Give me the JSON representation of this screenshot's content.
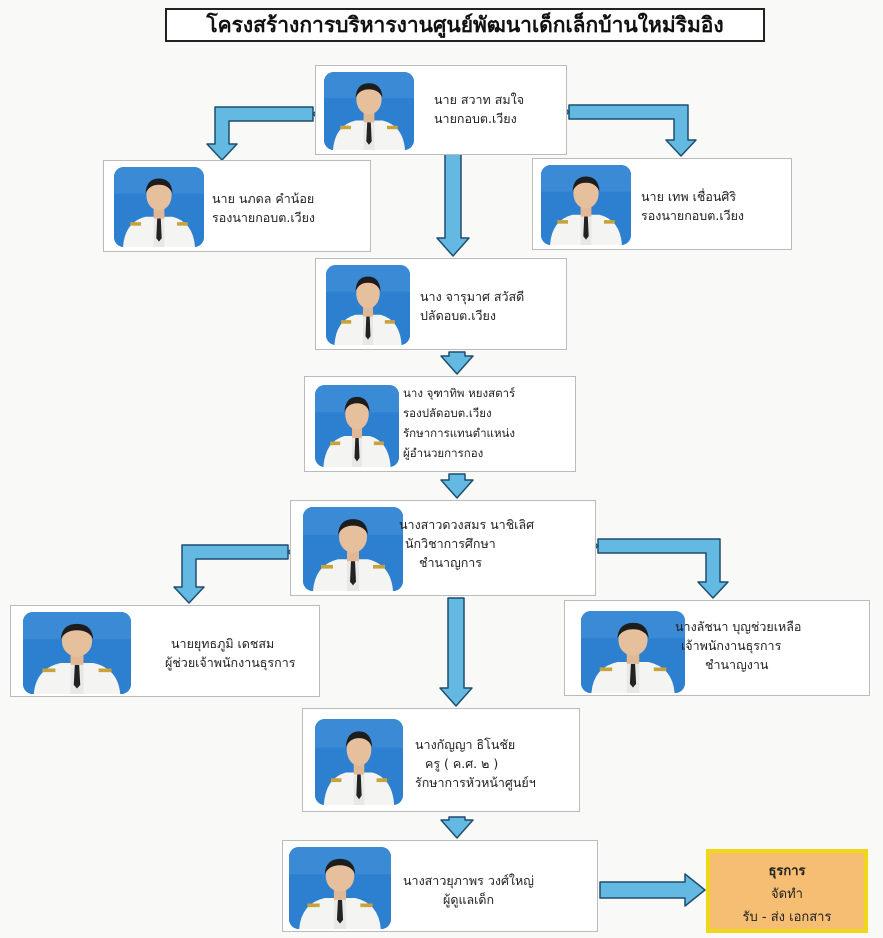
{
  "title": "โครงสร้างการบริหารงานศูนย์พัฒนาเด็กเล็กบ้านใหม่ริมอิง",
  "colors": {
    "arrow": "#64b9e2",
    "arrow_outline": "#1f4e6e",
    "photo_bg": "#2d7fd0",
    "doc_fill": "#f6be73",
    "doc_border": "#f2d61a"
  },
  "nodes": {
    "n1": {
      "name": "นาย  สวาท  สมใจ",
      "pos": "นายกอบต.เวียง"
    },
    "n2": {
      "name": "นาย นภดล  คำน้อย",
      "pos": "รองนายกอบต.เวียง"
    },
    "n3": {
      "name": "นาย  เทพ  เชื่อนศิริ",
      "pos": "รองนายกอบต.เวียง"
    },
    "n4": {
      "name": "นาง  จารุมาศ  สวัสดี",
      "pos": "ปลัดอบต.เวียง"
    },
    "n5": {
      "name": "นาง  จุฑาทิพ  หยงสตาร์",
      "pos": "รองปลัดอบต.เวียง",
      "extra1": "รักษาการแทนตำแหน่ง",
      "extra2": "ผู้อำนวยการกอง"
    },
    "n6": {
      "name": "นางสาวดวงสมร  นาชิเลิศ",
      "pos": "นักวิชาการศึกษา",
      "extra1": "ชำนาญการ"
    },
    "n7": {
      "name": "นายยุทธภูมิ  เดชสม",
      "pos": "ผู้ช่วยเจ้าพนักงานธุรการ"
    },
    "n8": {
      "name": "นางลัชนา  บุญช่วยเหลือ",
      "pos": "เจ้าพนักงานธุรการ",
      "extra1": "ชำนาญงาน"
    },
    "n9": {
      "name": "นางกัญญา  ธิโนชัย",
      "pos": "ครู ( ค.ศ. ๒ )",
      "extra1": "รักษาการหัวหน้าศูนย์ฯ"
    },
    "n10": {
      "name": "นางสาวยุภาพร  วงศ์ใหญ่",
      "pos": "ผู้ดูแลเด็ก"
    }
  },
  "doc_box": {
    "title": "ธุรการ",
    "line1": "จัดทำ",
    "line2": "รับ - ส่ง เอกสาร"
  }
}
